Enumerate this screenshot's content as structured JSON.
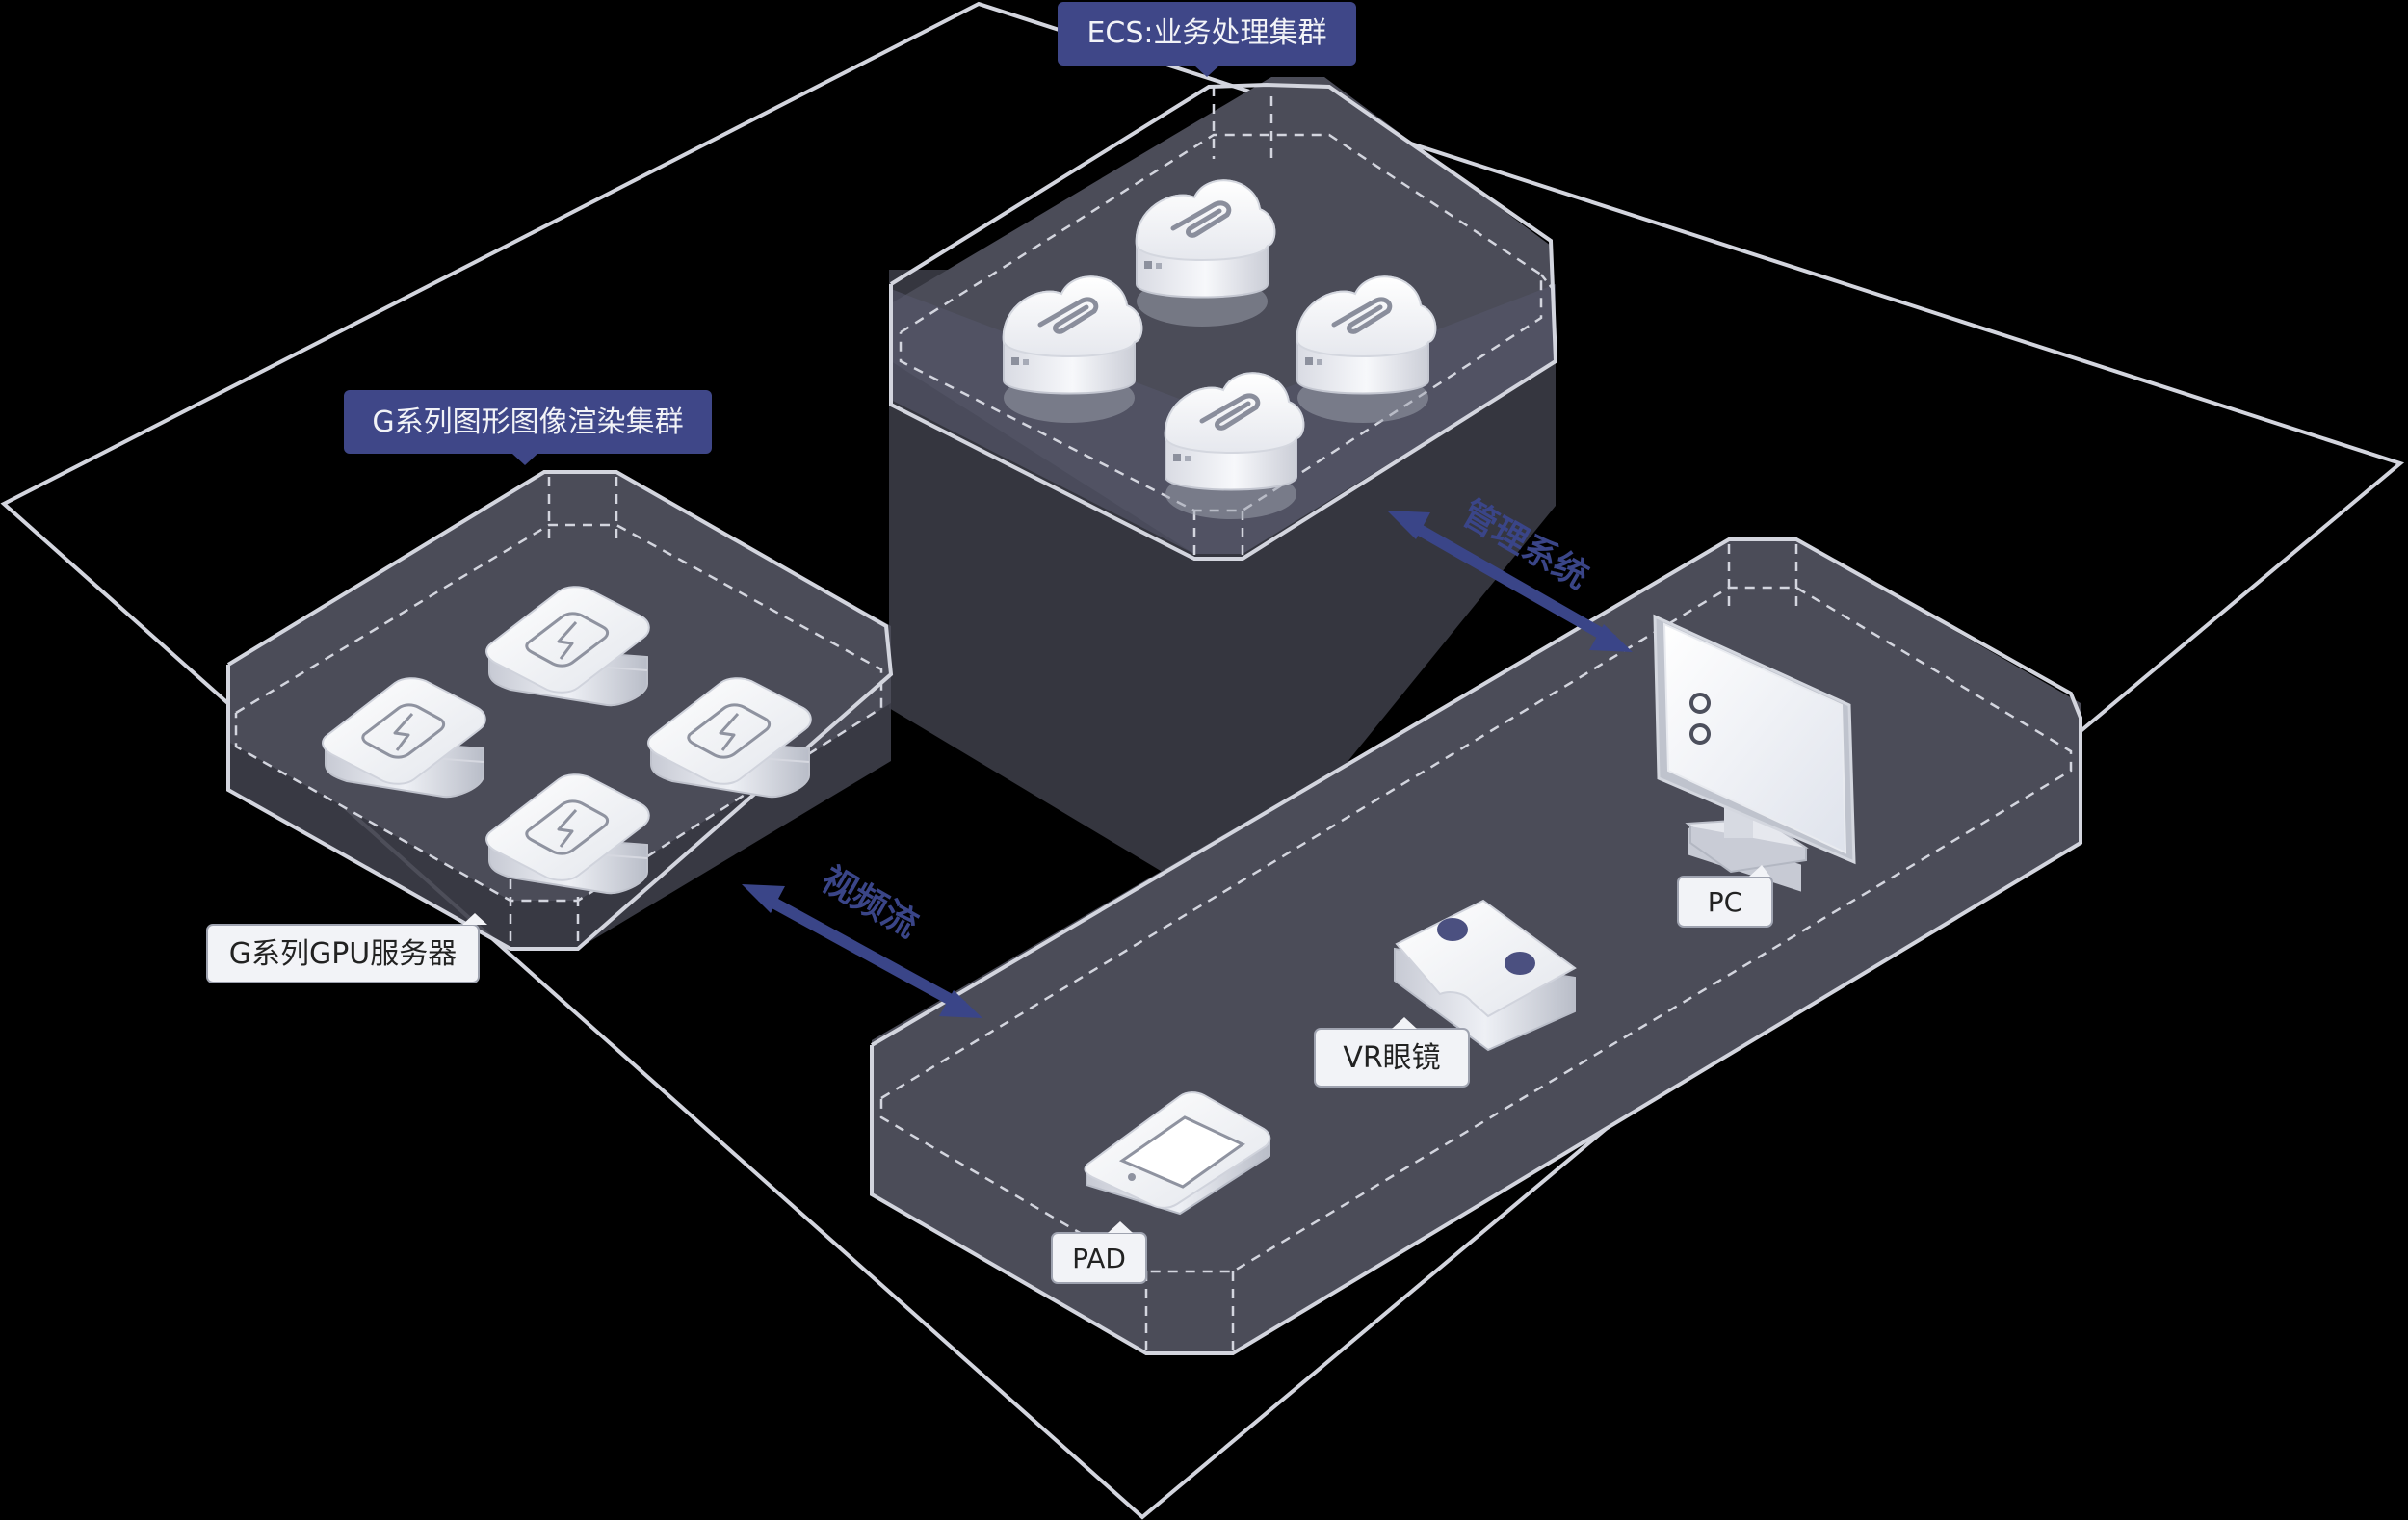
{
  "labels": {
    "ecs_cluster": "ECS:业务处理集群",
    "g_cluster": "G系列图形图像渲染集群",
    "gpu_server": "G系列GPU服务器",
    "management": "管理系统",
    "video_stream": "视频流",
    "pc": "PC",
    "vr": "VR眼镜",
    "pad": "PAD"
  },
  "icons": {
    "ecs_nodes": [
      "cloud-server-icon",
      "cloud-server-icon",
      "cloud-server-icon",
      "cloud-server-icon"
    ],
    "gpu_nodes": [
      "gpu-server-icon",
      "gpu-server-icon",
      "gpu-server-icon",
      "gpu-server-icon"
    ],
    "devices": [
      "pc-monitor-icon",
      "vr-goggles-icon",
      "tablet-icon"
    ]
  },
  "colors": {
    "background": "#000000",
    "outline": "#c9cbd6",
    "platform": "#4a4b57",
    "tag_blue": "#3f4788",
    "arrow": "#3a4588",
    "label_white": "#f2f3f7"
  }
}
